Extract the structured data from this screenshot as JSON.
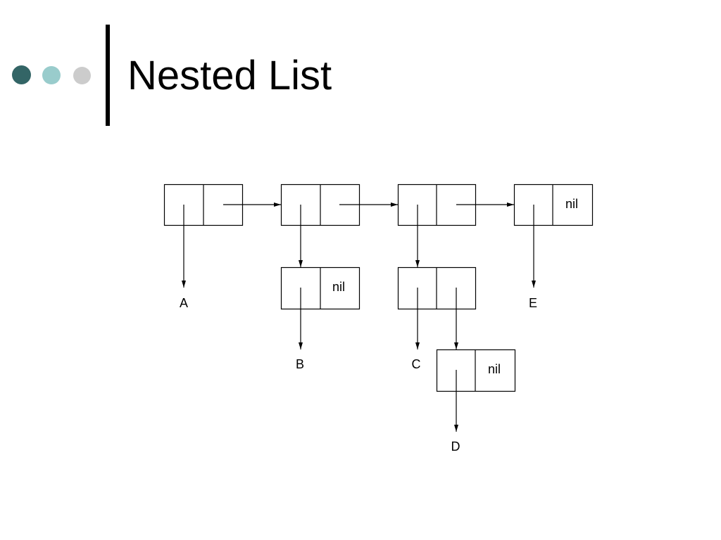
{
  "slide": {
    "title": "Nested List",
    "bullet_colors": [
      "#336566",
      "#99CCCC",
      "#CCCCCC"
    ]
  },
  "diagram": {
    "nil_label": "nil",
    "atoms": {
      "a": "A",
      "b": "B",
      "c": "C",
      "d": "D",
      "e": "E"
    }
  }
}
